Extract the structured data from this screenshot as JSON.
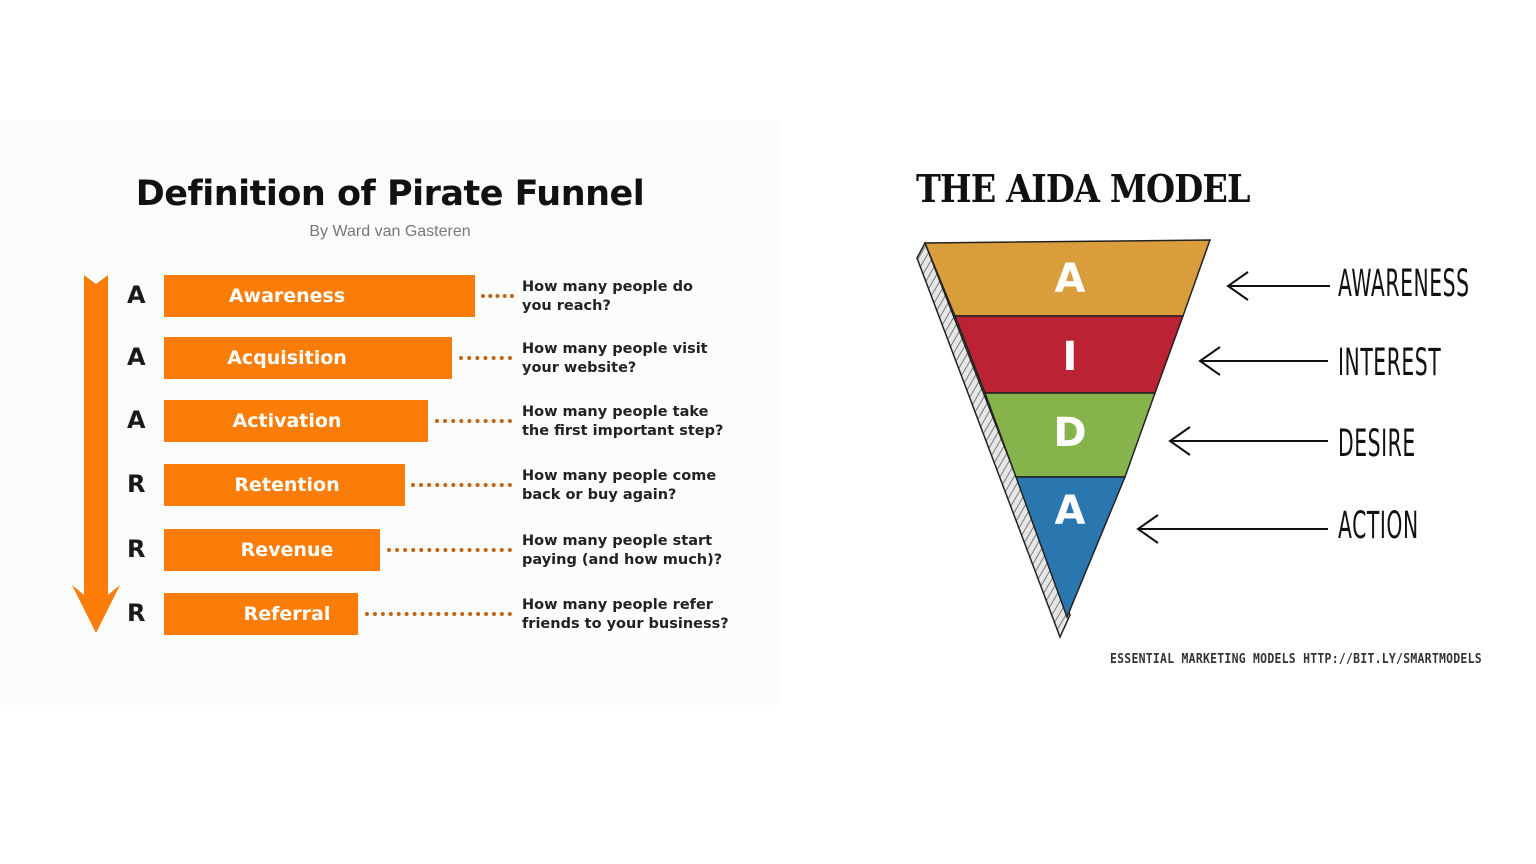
{
  "pirate_funnel": {
    "title": "Definition of Pirate Funnel",
    "subtitle": "By Ward van Gasteren",
    "accent_color": "#fb7d07",
    "stages": [
      {
        "letter": "A",
        "label": "Awareness",
        "question": "How many people do\nyou reach?"
      },
      {
        "letter": "A",
        "label": "Acquisition",
        "question": "How many people visit\nyour website?"
      },
      {
        "letter": "A",
        "label": "Activation",
        "question": "How many people take\nthe first important step?"
      },
      {
        "letter": "R",
        "label": "Retention",
        "question": "How many people come\nback or buy again?"
      },
      {
        "letter": "R",
        "label": "Revenue",
        "question": "How many people start\npaying (and how much)?"
      },
      {
        "letter": "R",
        "label": "Referral",
        "question": "How many people refer\nfriends to your business?"
      }
    ]
  },
  "aida": {
    "title": "THE AIDA MODEL",
    "layers": [
      {
        "letter": "A",
        "label": "AWARENESS",
        "color": "#d99d3c"
      },
      {
        "letter": "I",
        "label": "INTEREST",
        "color": "#bb2335"
      },
      {
        "letter": "D",
        "label": "DESIRE",
        "color": "#86b34c"
      },
      {
        "letter": "A",
        "label": "ACTION",
        "color": "#2a77b0"
      }
    ],
    "footer": "ESSENTIAL MARKETING MODELS HTTP://BIT.LY/SMARTMODELS"
  }
}
